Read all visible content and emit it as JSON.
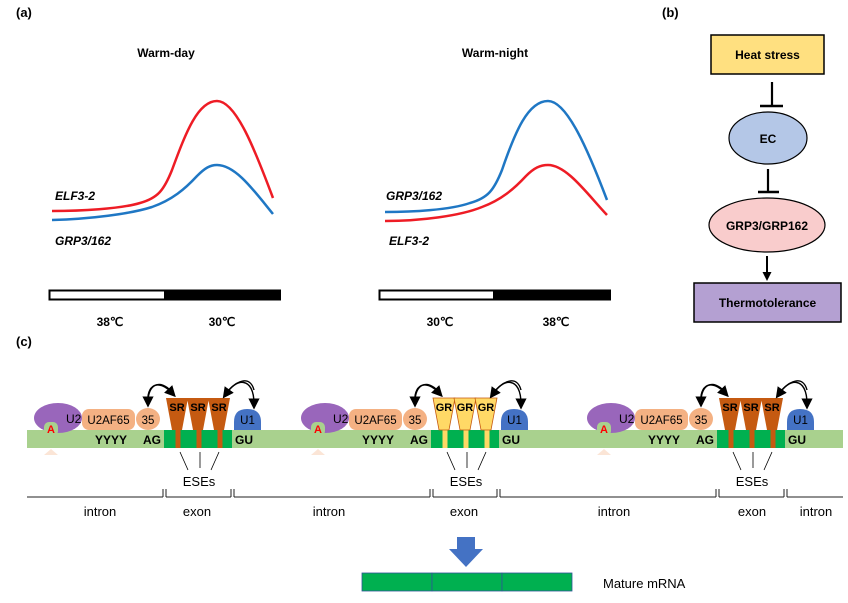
{
  "panels": {
    "a": {
      "label": "(a)",
      "plots": [
        {
          "title": "Warm-day",
          "upper_gene": "ELF3-2",
          "lower_gene": "GRP3/162",
          "high_series_color": "#ee1c25",
          "low_series_color": "#1f77c4",
          "bar_labels": [
            "38℃",
            "30℃"
          ]
        },
        {
          "title": "Warm-night",
          "upper_gene": "GRP3/162",
          "lower_gene": "ELF3-2",
          "high_series_color": "#1f77c4",
          "low_series_color": "#ee1c25",
          "bar_labels": [
            "30℃",
            "38℃"
          ]
        }
      ]
    },
    "b": {
      "label": "(b)",
      "nodes": [
        {
          "label": "Heat stress",
          "shape": "rect",
          "fill": "#ffe080"
        },
        {
          "label": "EC",
          "shape": "ellipse",
          "fill": "#b4c7e7"
        },
        {
          "label": "GRP3/GRP162",
          "shape": "ellipse",
          "fill": "#f9cccc"
        },
        {
          "label": "Thermotolerance",
          "shape": "rect",
          "fill": "#b4a0d2"
        }
      ],
      "edges": [
        {
          "from": "Heat stress",
          "to": "EC",
          "type": "inhibits"
        },
        {
          "from": "EC",
          "to": "GRP3/GRP162",
          "type": "inhibits"
        },
        {
          "from": "GRP3/GRP162",
          "to": "Thermotolerance",
          "type": "activates"
        }
      ]
    },
    "c": {
      "label": "(c)",
      "units": [
        {
          "u2": "U2",
          "branch": "A",
          "u2af65": "U2AF65",
          "u2af35": "35",
          "ppt": "YYYY",
          "acceptor": "AG",
          "factor": "SR",
          "factor_count": 3,
          "factor_color": "#c55a11",
          "ese_color": "#c55a11",
          "donor": "GU",
          "u1": "U1",
          "ese_label": "ESEs"
        },
        {
          "u2": "U2",
          "branch": "A",
          "u2af65": "U2AF65",
          "u2af35": "35",
          "ppt": "YYYY",
          "acceptor": "AG",
          "factor": "GR",
          "factor_count": 3,
          "factor_color": "#ffd966",
          "ese_color": "#ffd966",
          "donor": "GU",
          "u1": "U1",
          "ese_label": "ESEs"
        },
        {
          "u2": "U2",
          "branch": "A",
          "u2af65": "U2AF65",
          "u2af35": "35",
          "ppt": "YYYY",
          "acceptor": "AG",
          "factor": "SR",
          "factor_count": 3,
          "factor_color": "#c55a11",
          "ese_color": "#c55a11",
          "donor": "GU",
          "u1": "U1",
          "ese_label": "ESEs"
        }
      ],
      "segments": [
        "intron",
        "exon",
        "intron",
        "exon",
        "intron",
        "exon",
        "intron"
      ],
      "product_label": "Mature mRNA",
      "product_exon_count": 3,
      "colors": {
        "rna": "#a9d18e",
        "exon": "#00b050",
        "u2": "#9966bb",
        "u2af": "#f4b183",
        "u1": "#4472c4",
        "arrow": "#4472c4"
      }
    }
  }
}
